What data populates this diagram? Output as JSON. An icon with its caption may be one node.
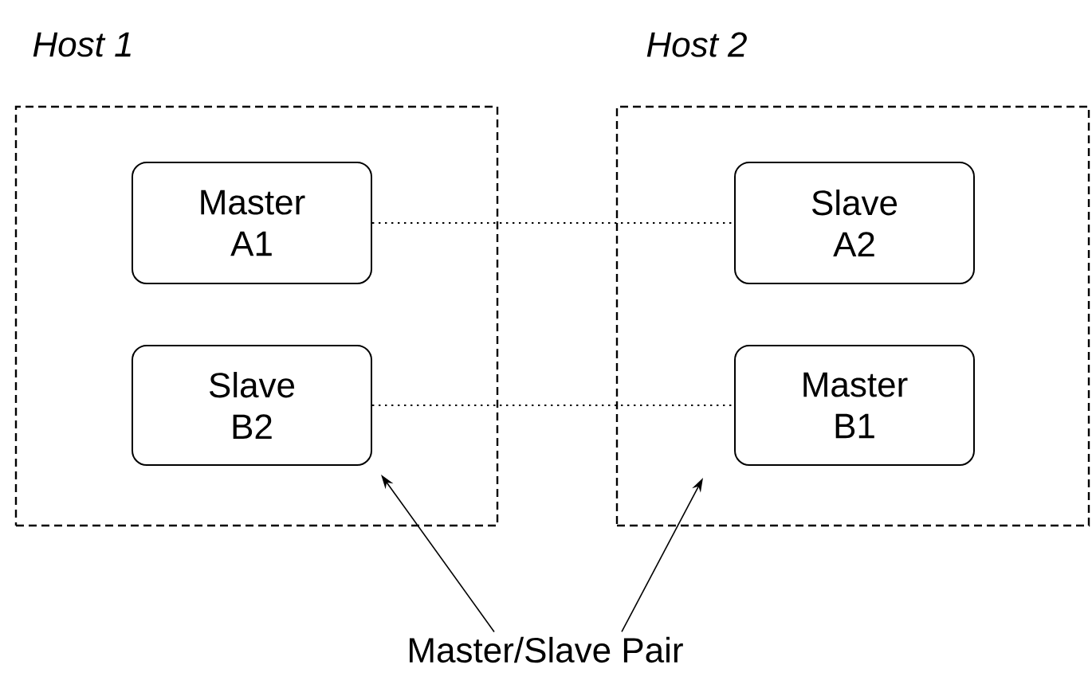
{
  "diagram": {
    "nodes": [
      {
        "text": [
          "Host 1"
        ]
      },
      {
        "text": [
          "Master A1"
        ],
        "in": 0
      },
      {
        "text": [
          "Slave B2"
        ],
        "in": 0
      },
      {
        "text": [
          "Host 2"
        ]
      },
      {
        "text": [
          "Slave A2"
        ],
        "in": 3
      },
      {
        "text": [
          "Master B1"
        ],
        "in": 3
      },
      {
        "text": [
          "Master/Slave Pair"
        ]
      }
    ],
    "edges": [
      {
        "from": 1,
        "to": 4,
        "arrow": "none",
        "style": "dashed"
      },
      {
        "from": 2,
        "to": 5,
        "arrow": "none",
        "style": "dashed"
      },
      {
        "from": 6,
        "to": 2,
        "arrow": "to"
      },
      {
        "from": 6,
        "to": 5,
        "arrow": "to"
      }
    ]
  }
}
